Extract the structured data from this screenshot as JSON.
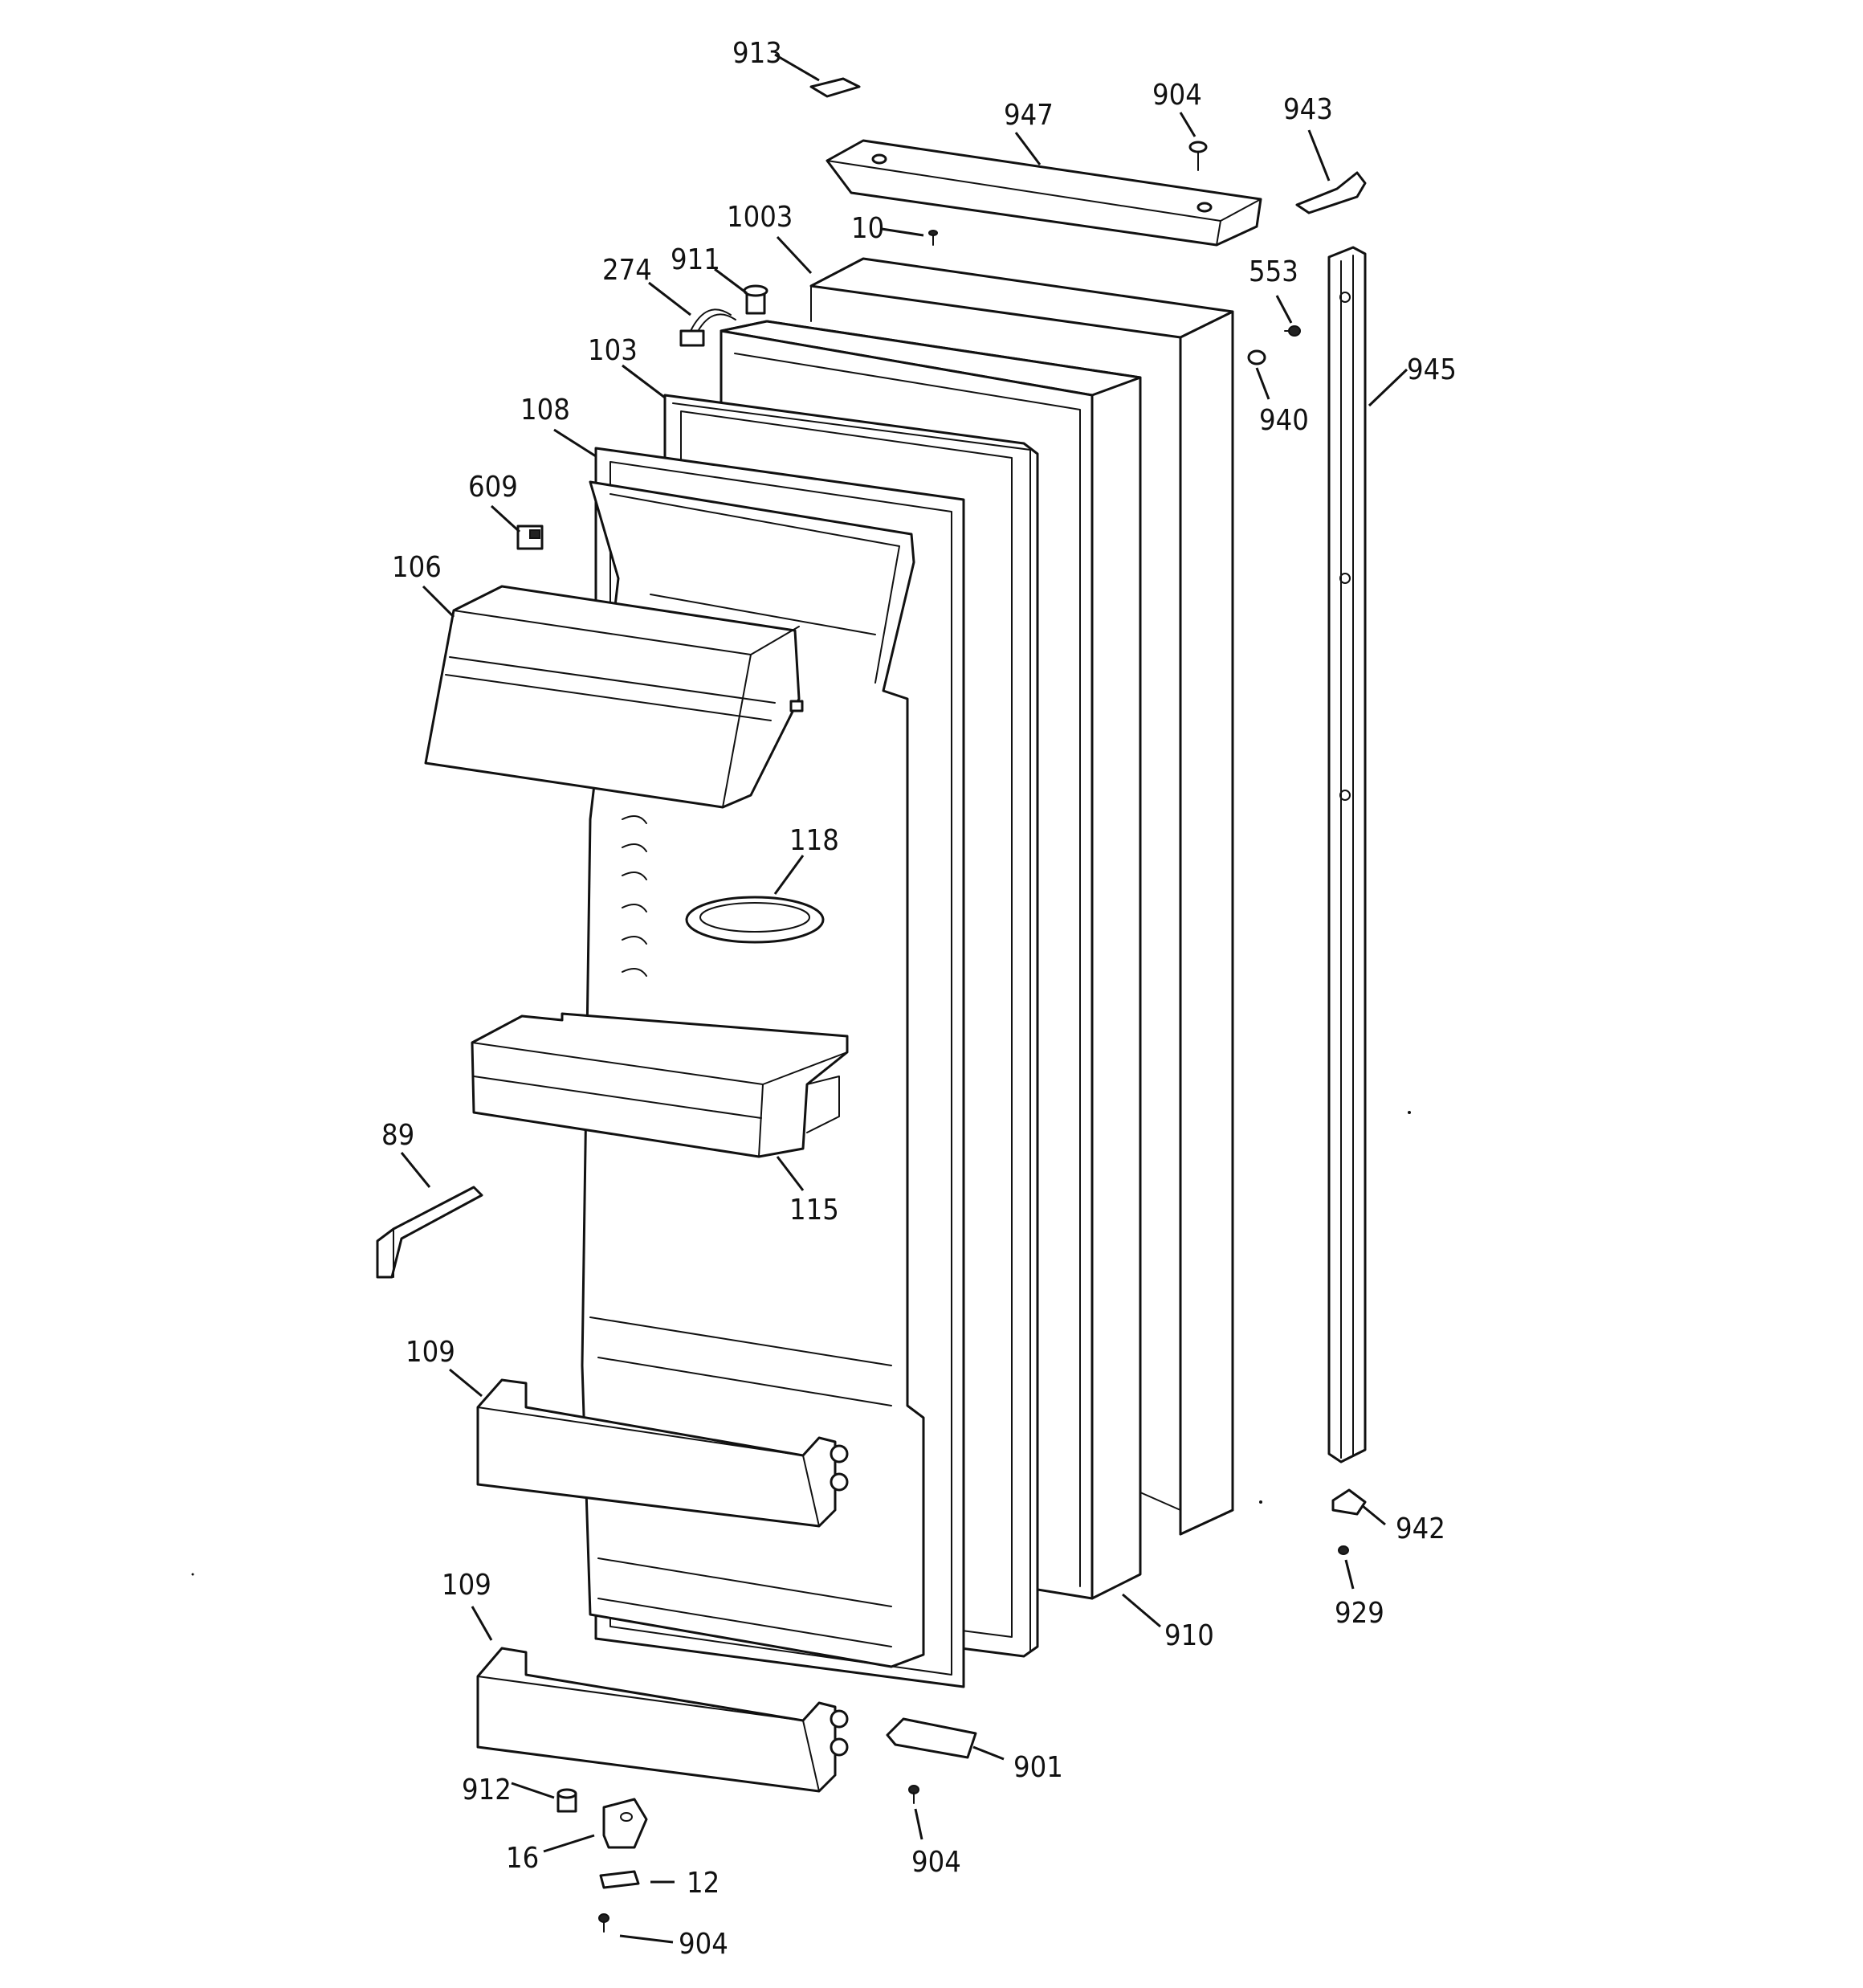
{
  "labels": {
    "l913": "913",
    "l947": "947",
    "l904a": "904",
    "l943": "943",
    "l1003": "1003",
    "l10": "10",
    "l274": "274",
    "l911": "911",
    "l553": "553",
    "l103": "103",
    "l945": "945",
    "l940": "940",
    "l108": "108",
    "l609": "609",
    "l106": "106",
    "l118": "118",
    "l89": "89",
    "l115": "115",
    "l109a": "109",
    "l942": "942",
    "l929": "929",
    "l109b": "109",
    "l910": "910",
    "l901": "901",
    "l912": "912",
    "l904b": "904",
    "l16": "16",
    "l12": "12",
    "l904c": "904"
  }
}
